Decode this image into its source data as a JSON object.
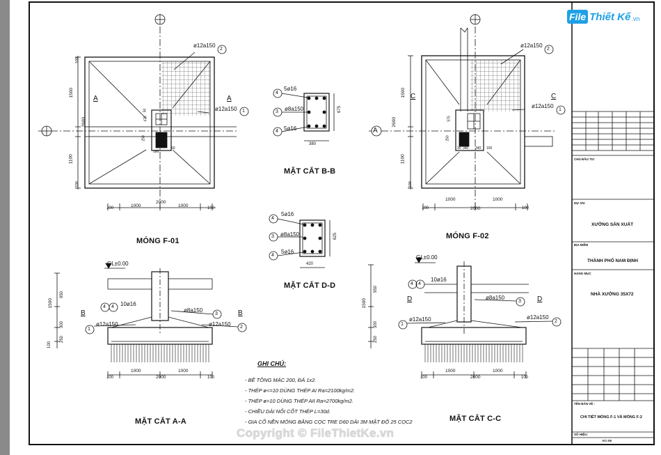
{
  "watermark": {
    "logo_box": "File",
    "logo_rest": "Thiết Kế",
    "logo_domain": ".vn",
    "copyright": "Copyright © FileThietKe.vn"
  },
  "views": {
    "mong_f01": "MÓNG F-01",
    "mong_f02": "MÓNG F-02",
    "mat_cat_bb": "MẶT CẮT  B-B",
    "mat_cat_dd": "MẶT CẮT  D-D",
    "mat_cat_aa": "MẶT CẮT A-A",
    "mat_cat_cc": "MẶT CẮT C-C"
  },
  "section_marks": {
    "a": "A",
    "b": "B",
    "c": "C",
    "d": "D"
  },
  "rebar": {
    "r12": "ø12a150",
    "r8": "ø8a150",
    "r10": "10ø16",
    "r5": "5ø16",
    "n1": "1",
    "n2": "2",
    "n3": "3",
    "n4": "4"
  },
  "dims": {
    "d1500": "1500",
    "d1100": "1100",
    "d2600": "2600",
    "d100": "100",
    "d1000": "1000",
    "d2000": "2000",
    "d250": "250",
    "d300": "300",
    "d950": "950",
    "d475": "475",
    "d50": "50",
    "d380": "380",
    "d360": "360",
    "d300b": "300",
    "d420": "420",
    "d30": "30",
    "d675": "675",
    "d575": "575",
    "d625": "625",
    "d540": "540",
    "d340": "340",
    "d150": "150",
    "d180": "180"
  },
  "levels": {
    "gl": "GL±0.00"
  },
  "notes": {
    "head": "GHI CHÚ:",
    "items": [
      "- BÊ TÔNG MÁC 200, ĐÁ 1x2.",
      "- THÉP  ø<=10 DÙNG THÉP AI Ra=2100kg/m2.",
      "- THÉP  ø>10 DÙNG THÉP  AII Ra=2700kg/m2.",
      "- CHIỀU DÀI NỐI CỐT THÉP  L=30d.",
      "- GIA CỐ NỀN MÓNG BẰNG CỌC TRE D60 DÀI 3M MẬT ĐỘ 25 CỌC2"
    ]
  },
  "titleblock": {
    "chu_dau_tu": "CHỦ ĐẦU TƯ:",
    "du_an_label": "DỰ ÁN:",
    "du_an": "XƯỞNG SẢN XUẤT",
    "dia_diem_label": "ĐỊA ĐIỂM",
    "dia_diem": "THÀNH PHỐ NAM ĐỊNH",
    "hang_muc_label": "HẠNG MỤC",
    "hang_muc": "NHÀ XƯỞNG 35X72",
    "ten_ban_ve_label": "TÊN BẢN VẼ :",
    "ten_ban_ve": "CHI TIẾT MÓNG F-1 VÀ MÓNG F-2",
    "so_hieu_label": "SỐ HIỆU:",
    "so_hieu": "KC-05"
  }
}
